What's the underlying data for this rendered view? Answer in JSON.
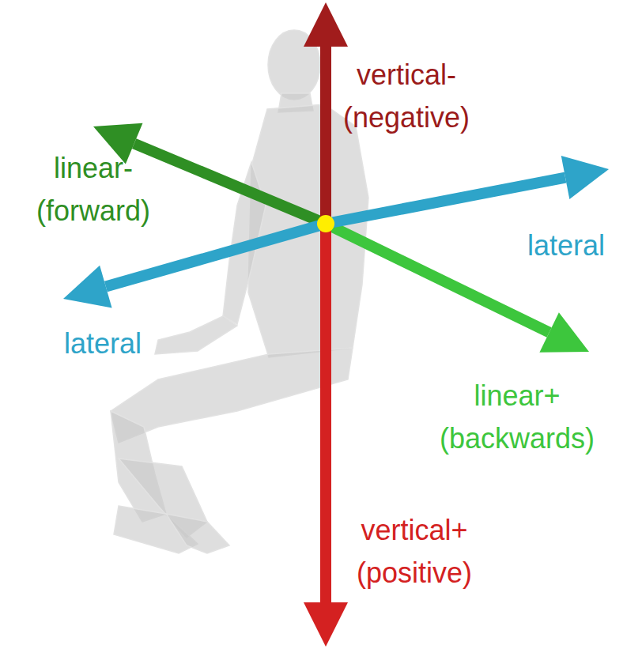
{
  "diagram": {
    "labels": [
      "vertical- (negative)",
      "linear- (forward)",
      "lateral",
      "lateral",
      "linear+ (backwards)",
      "vertical+ (positive)"
    ]
  }
}
